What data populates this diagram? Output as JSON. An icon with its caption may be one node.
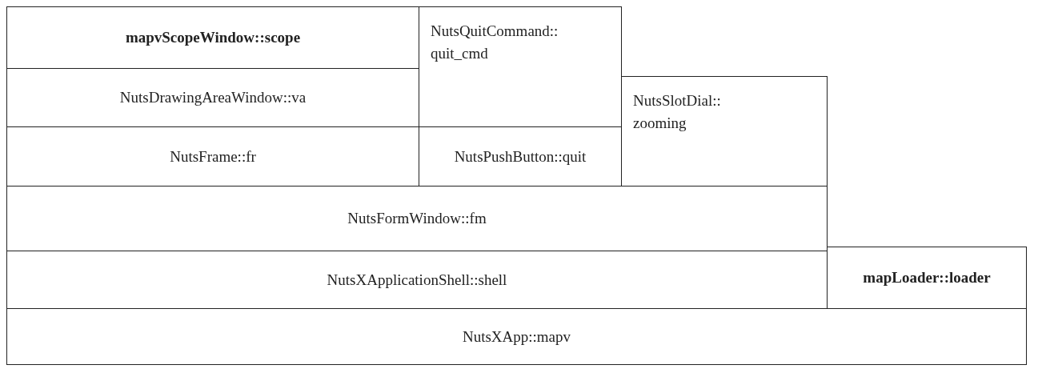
{
  "diagram": {
    "nodes": [
      {
        "text": [
          "mapvScopeWindow::scope"
        ]
      },
      {
        "text": [
          "NutsQuitCommand:: quit_cmd"
        ]
      },
      {
        "text": [
          "NutsDrawingAreaWindow::va"
        ]
      },
      {
        "text": [
          "NutsSlotDial:: zooming"
        ]
      },
      {
        "text": [
          "NutsFrame::fr"
        ]
      },
      {
        "text": [
          "NutsPushButton::quit"
        ]
      },
      {
        "text": [
          "NutsFormWindow::fm"
        ]
      },
      {
        "text": [
          "NutsXApplicationShell::shell"
        ]
      },
      {
        "text": [
          "mapLoader::loader"
        ]
      },
      {
        "text": [
          "NutsXApp::mapv"
        ]
      }
    ]
  }
}
